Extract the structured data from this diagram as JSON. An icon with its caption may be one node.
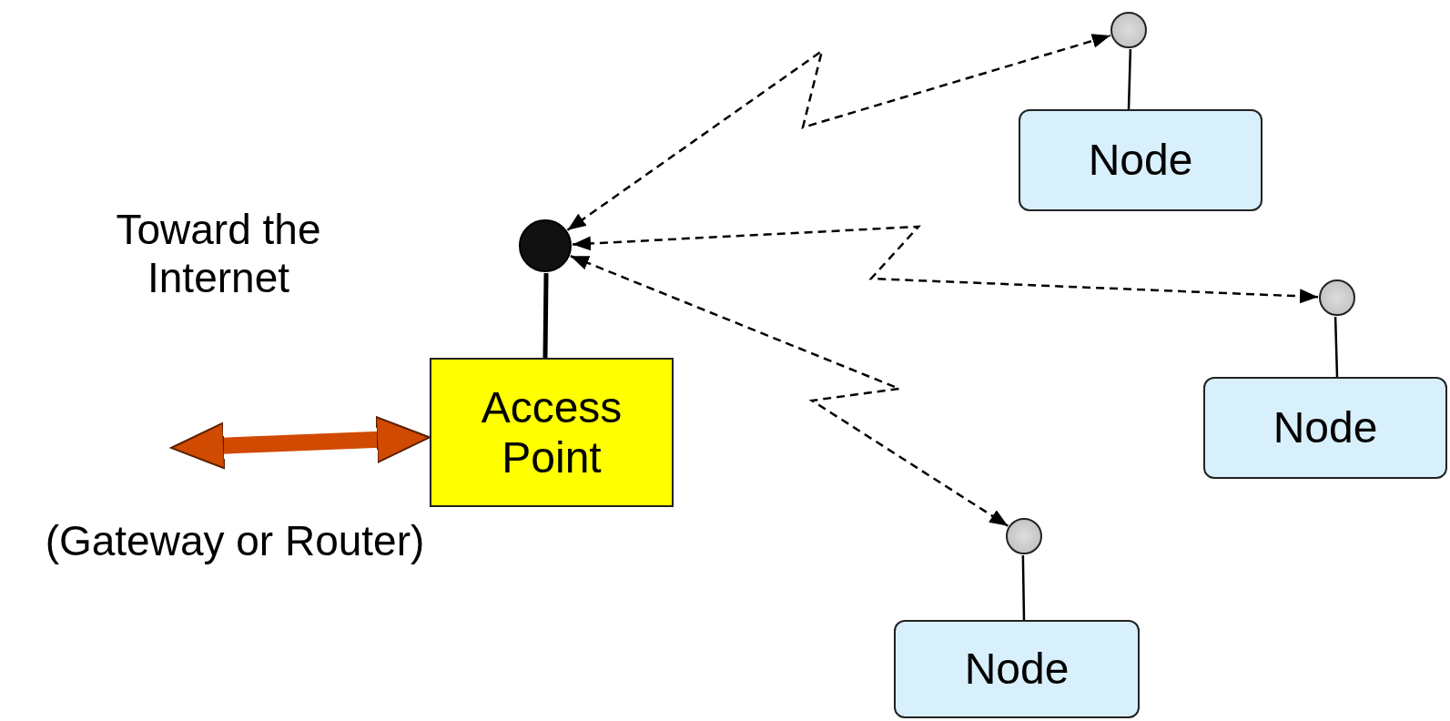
{
  "diagram": {
    "nodes": [
      {
        "text": [],
        "shape": "circle"
      },
      {
        "text": [
          "Node"
        ]
      },
      {
        "text": [],
        "shape": "circle"
      },
      {
        "text": [
          "Access Point"
        ]
      },
      {
        "text": [],
        "shape": "circle"
      },
      {
        "text": [
          "Node"
        ]
      },
      {
        "text": [],
        "shape": "circle"
      },
      {
        "text": [
          "Node"
        ]
      }
    ],
    "edges": [
      {
        "from": 2,
        "to": 0,
        "arrow": "both",
        "style": "dashed"
      },
      {
        "from": 2,
        "to": 4,
        "arrow": "both",
        "style": "dashed"
      },
      {
        "from": 2,
        "to": 6,
        "arrow": "both",
        "style": "dashed"
      },
      {
        "from": 0,
        "to": 1,
        "arrow": "none"
      },
      {
        "from": 4,
        "to": 5,
        "arrow": "none"
      },
      {
        "from": 6,
        "to": 7,
        "arrow": "none"
      },
      {
        "from": 2,
        "to": 3,
        "arrow": "none",
        "style": "thick"
      },
      {
        "from": null,
        "to": 3,
        "arrow": "both",
        "style": "thick",
        "color": "#d04a02"
      }
    ],
    "labels": [
      "Toward the Internet",
      "(Gateway or Router)"
    ]
  }
}
